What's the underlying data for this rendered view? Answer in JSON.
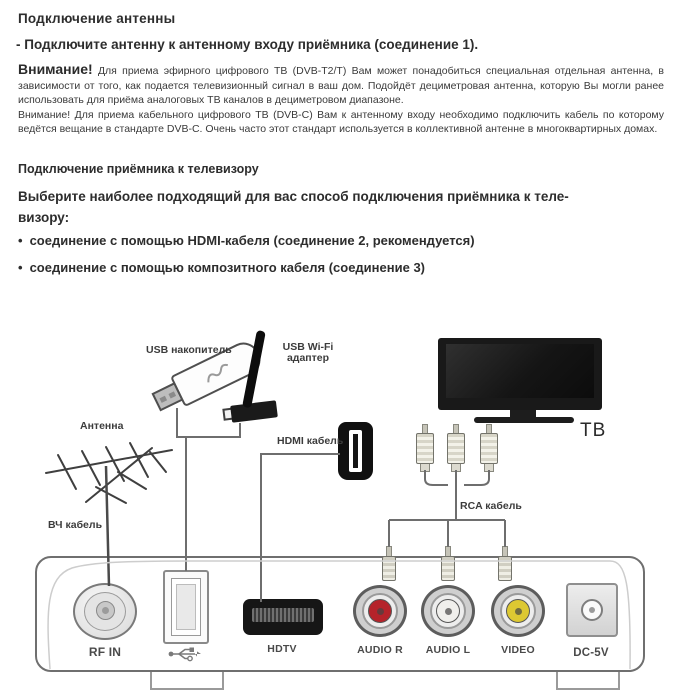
{
  "doc": {
    "s1_title": "Подключение антенны",
    "s1_line": "- Подключите антенну к антенному входу приёмника (соединение 1).",
    "warning_label": "Внимание!",
    "warning1": "Для приема эфирного цифрового ТВ (DVB-T2/T) Вам может понадобиться специальная отдельная антенна, в зависимости от того, как подается телевизионный сигнал в ваш дом. Подойдёт дециметровая антенна, которую Вы могли ранее использовать для приёма аналоговых ТВ каналов в дециметровом диапазоне.",
    "warning2": "Внимание! Для приема кабельного цифрового ТВ (DVB-C) Вам к антенному входу необходимо подключить кабель по которому ведётся вещание в стандарте DVB-C. Очень часто этот стандарт используется в коллективной антенне в многоквартирных домах.",
    "s2_title": "Подключение приёмника к телевизору",
    "intro1": "Выберите наиболее подходящий для вас способ подключения приёмника к теле-",
    "intro2": "визору:",
    "bullet_char": "•",
    "bullets": [
      "соединение с помощью HDMI-кабеля (соединение 2, рекомендуется)",
      "соединение с помощью композитного кабеля (соединение 3)"
    ]
  },
  "diagram": {
    "labels": {
      "usb_drive": "USB накопитель",
      "wifi_adapter": "USB Wi-Fi\nадаптер",
      "antenna": "Антенна",
      "hdmi_cable": "HDMI кабель",
      "rf_cable": "ВЧ кабель",
      "rca_cable": "RCA кабель",
      "tv": "ТВ"
    },
    "ports": {
      "rf_in": "RF IN",
      "hdtv": "HDTV",
      "audio_r": "AUDIO R",
      "audio_l": "AUDIO L",
      "video": "VIDEO",
      "dc": "DC-5V"
    },
    "colors": {
      "audio_r_center": "#b5232a",
      "audio_l_center": "#f0efec",
      "video_center": "#ddc832",
      "line": "#6e6e6e"
    }
  }
}
